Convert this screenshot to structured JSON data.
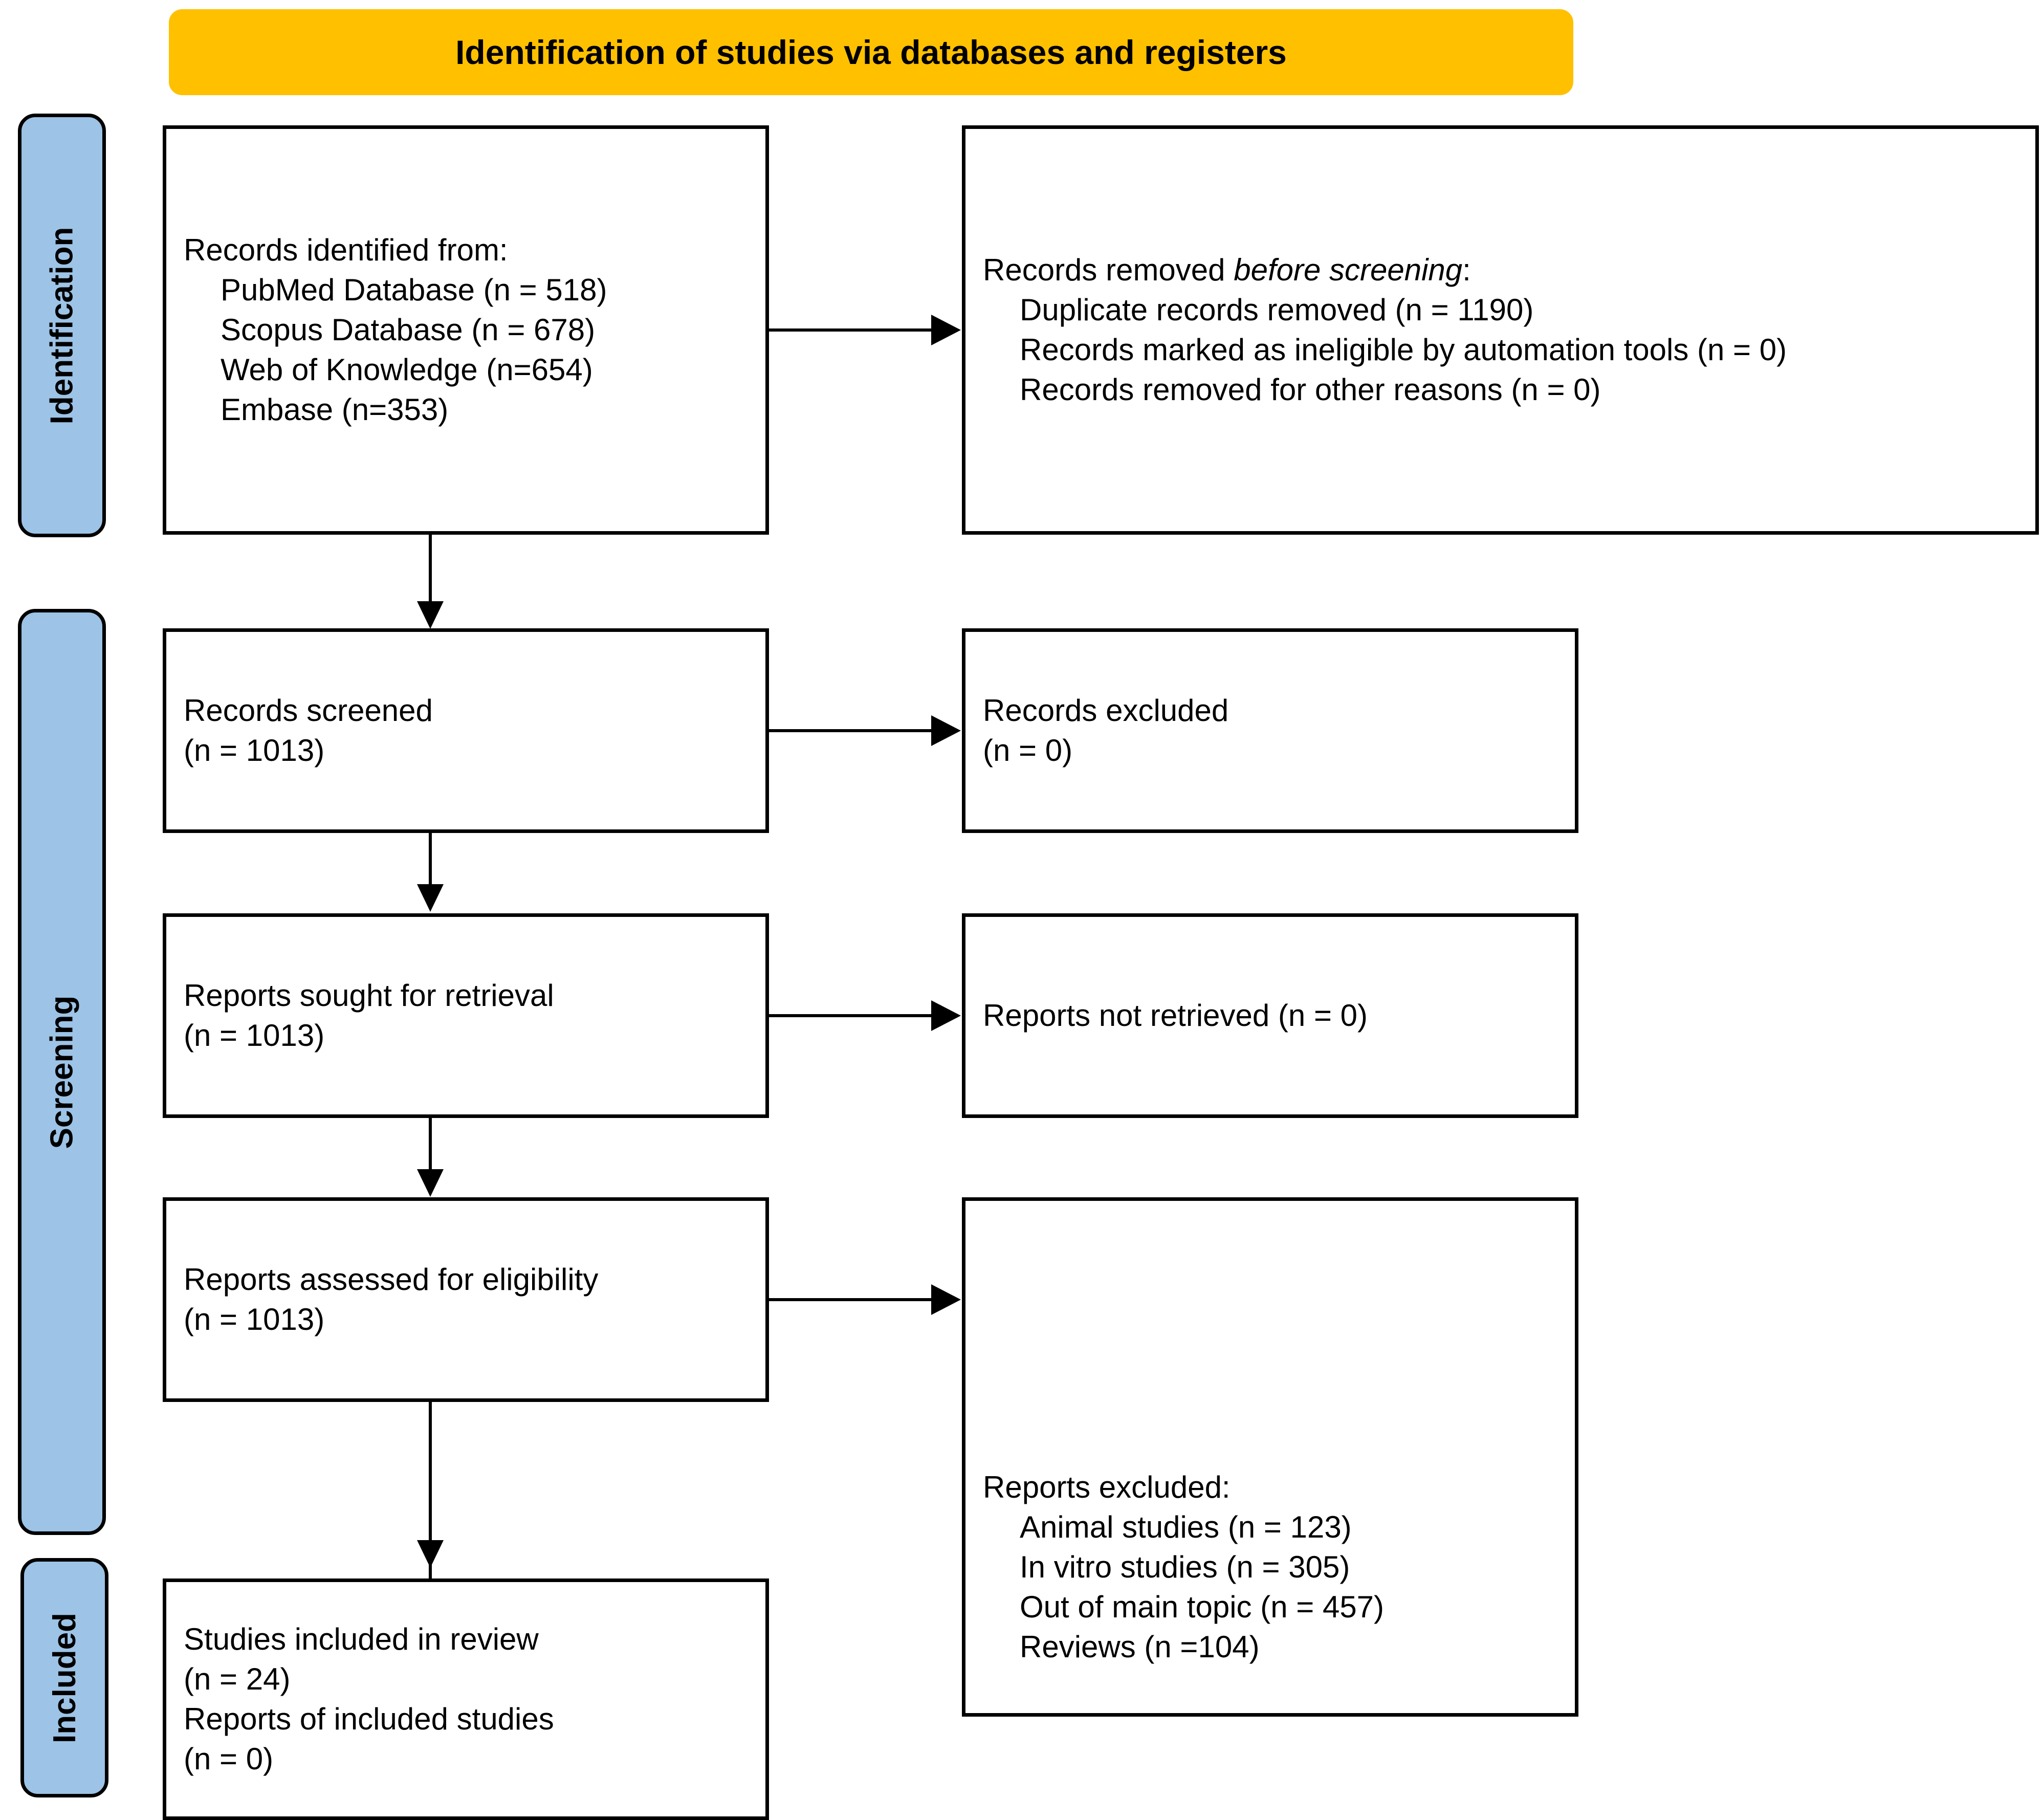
{
  "header": {
    "title": "Identification of studies via databases and registers",
    "color": "#FFC000"
  },
  "stages": {
    "identification": "Identification",
    "screening": "Screening",
    "included": "Included",
    "color": "#9DC3E6"
  },
  "boxes": {
    "identified": {
      "title": "Records identified from:",
      "items": [
        "PubMed Database (n = 518)",
        "Scopus Database (n = 678)",
        "Web of Knowledge (n=654)",
        "Embase (n=353)"
      ]
    },
    "removed_before_screening": {
      "title_prefix": "Records removed ",
      "title_italic": "before screening",
      "title_suffix": ":",
      "items": [
        "Duplicate records removed (n = 1190)",
        "Records marked as ineligible by automation tools (n = 0)",
        "Records removed for other reasons (n = 0)"
      ]
    },
    "records_screened": {
      "line1": "Records screened",
      "line2": "(n = 1013)"
    },
    "records_excluded": {
      "line1": "Records excluded",
      "line2": "(n = 0)"
    },
    "reports_sought": {
      "line1": "Reports sought for retrieval",
      "line2": "(n = 1013)"
    },
    "reports_not_retrieved": {
      "line1": "Reports not retrieved (n = 0)"
    },
    "reports_assessed": {
      "line1": "Reports assessed for eligibility",
      "line2": "(n = 1013)"
    },
    "reports_excluded": {
      "title": "Reports excluded:",
      "items": [
        "Animal studies (n = 123)",
        "In vitro studies (n = 305)",
        "Out of main topic (n = 457)",
        "Reviews (n =104)"
      ]
    },
    "studies_included": {
      "line1": "Studies included in review",
      "line2": "(n = 24)",
      "line3": "Reports of included studies",
      "line4": "(n = 0)"
    }
  }
}
